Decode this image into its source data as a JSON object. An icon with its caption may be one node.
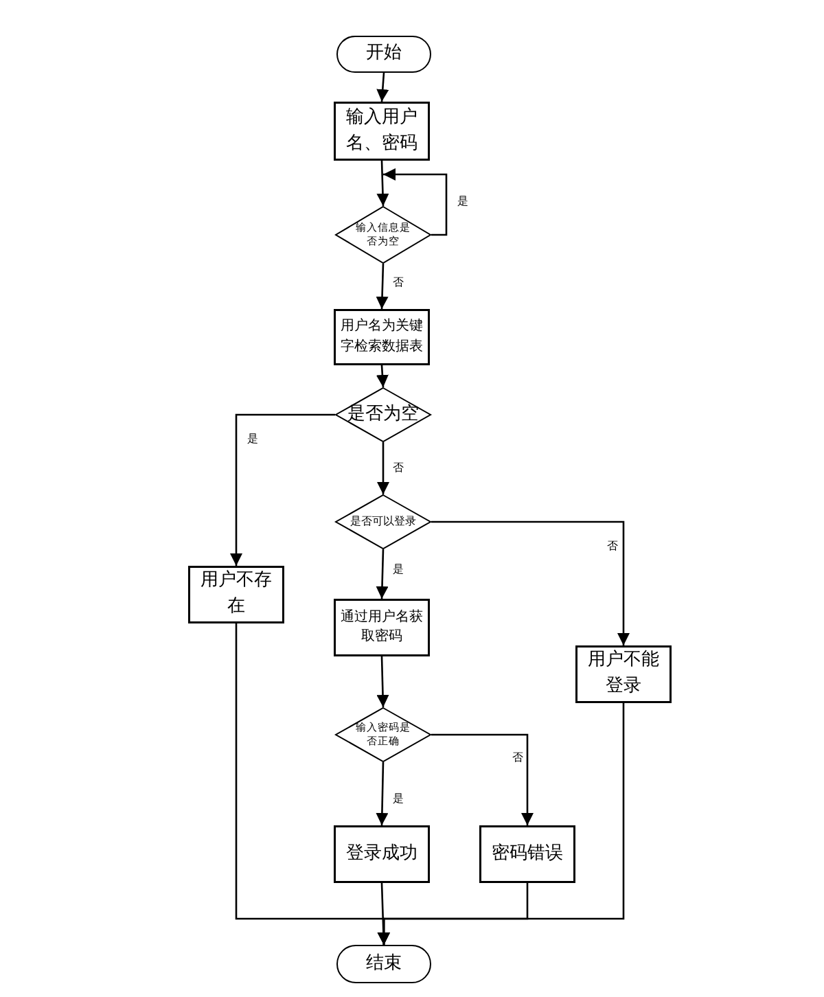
{
  "diagram": {
    "nodes": [
      {
        "text": [
          "开始"
        ]
      },
      {
        "text": [
          "输入用户名、密码"
        ]
      },
      {
        "text": [
          "输入信息是否为空"
        ]
      },
      {
        "text": [
          "用户名为关键字检索数据表"
        ]
      },
      {
        "text": [
          "是否为空"
        ]
      },
      {
        "text": [
          "是否可以登录"
        ]
      },
      {
        "text": [
          "用户不存在"
        ]
      },
      {
        "text": [
          "通过用户名获取密码"
        ]
      },
      {
        "text": [
          "用户不能登录"
        ]
      },
      {
        "text": [
          "输入密码是否正确"
        ]
      },
      {
        "text": [
          "登录成功"
        ]
      },
      {
        "text": [
          "密码错误"
        ]
      },
      {
        "text": [
          "结束"
        ]
      }
    ],
    "edges": [
      {
        "from": 0,
        "to": 1,
        "arrow": "to"
      },
      {
        "from": 1,
        "to": 2,
        "arrow": "to"
      },
      {
        "from": 2,
        "to": 2,
        "arrow": "to",
        "label": "是"
      },
      {
        "from": 2,
        "to": 3,
        "arrow": "to",
        "label": "否"
      },
      {
        "from": 3,
        "to": 4,
        "arrow": "to"
      },
      {
        "from": 4,
        "to": 6,
        "arrow": "to",
        "label": "是"
      },
      {
        "from": 4,
        "to": 5,
        "arrow": "to",
        "label": "否"
      },
      {
        "from": 5,
        "to": 7,
        "arrow": "to",
        "label": "是"
      },
      {
        "from": 5,
        "to": 8,
        "arrow": "to",
        "label": "否"
      },
      {
        "from": 7,
        "to": 9,
        "arrow": "to"
      },
      {
        "from": 9,
        "to": 10,
        "arrow": "to",
        "label": "是"
      },
      {
        "from": 9,
        "to": 11,
        "arrow": "to",
        "label": "否"
      },
      {
        "from": 10,
        "to": 12,
        "arrow": "to"
      },
      {
        "from": 6,
        "to": 12,
        "arrow": "to"
      },
      {
        "from": 11,
        "to": 12,
        "arrow": "to"
      },
      {
        "from": 8,
        "to": 12,
        "arrow": "to"
      }
    ]
  }
}
